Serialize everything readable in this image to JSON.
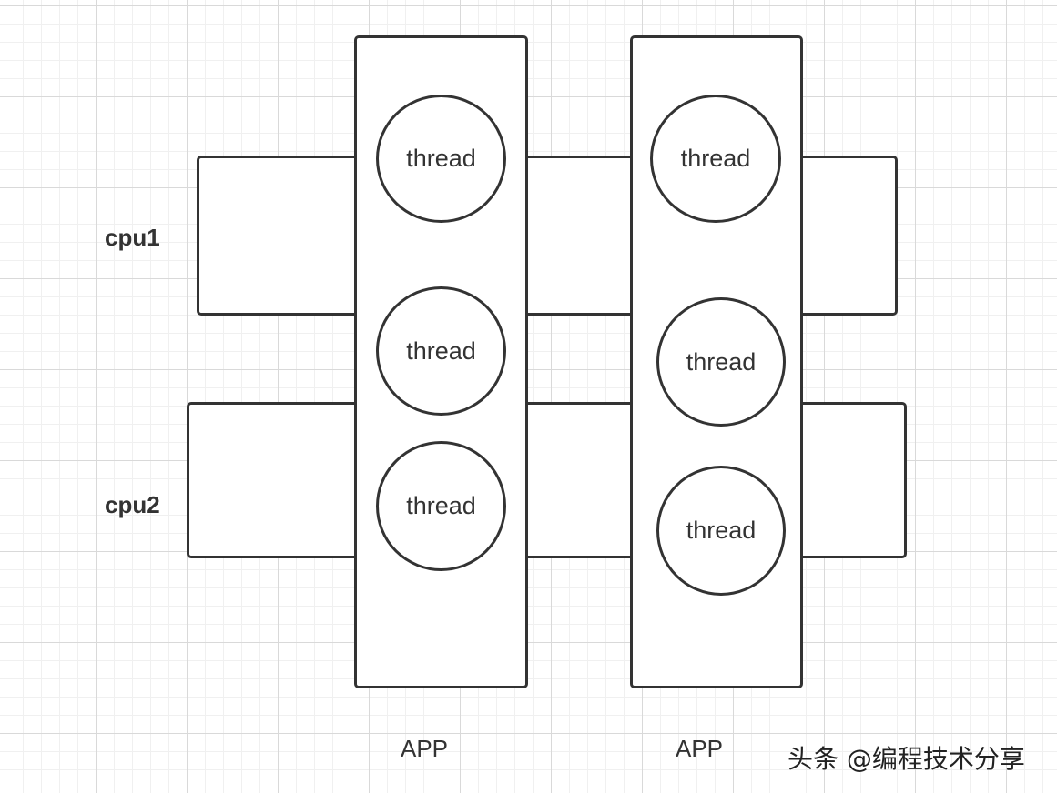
{
  "diagram": {
    "cpu_labels": [
      "cpu1",
      "cpu2"
    ],
    "app_labels": [
      "APP",
      "APP"
    ],
    "apps": [
      {
        "threads": [
          "thread",
          "thread",
          "thread"
        ]
      },
      {
        "threads": [
          "thread",
          "thread",
          "thread"
        ]
      }
    ],
    "colors": {
      "stroke": "#333333",
      "fill": "#ffffff",
      "grid_major": "#d9d9d9",
      "grid_minor": "#f0f0f0"
    }
  },
  "watermark": "头条 @编程技术分享"
}
